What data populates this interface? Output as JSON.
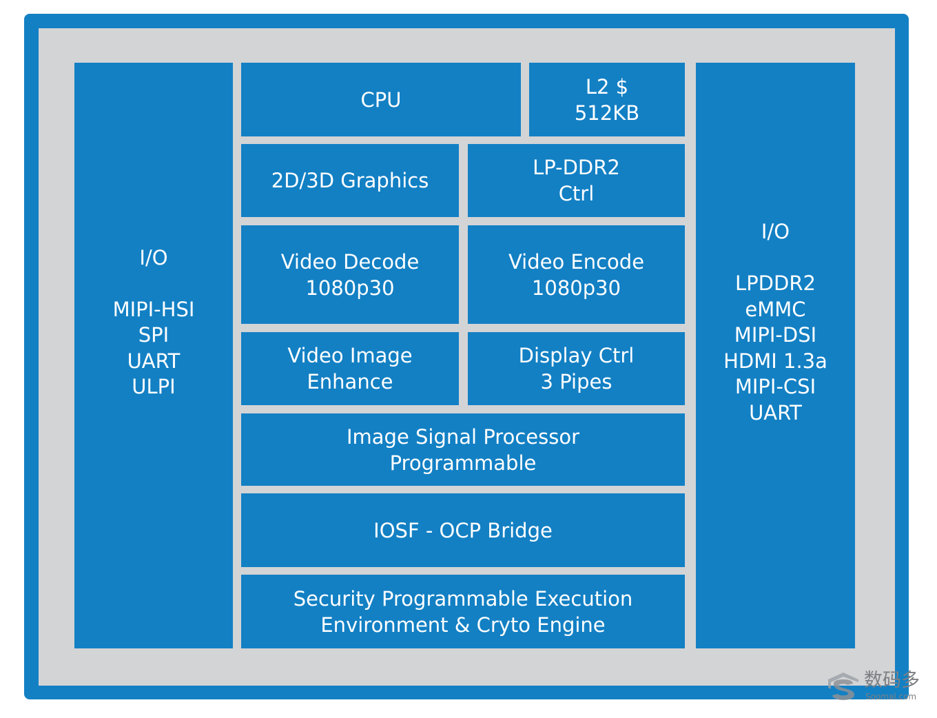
{
  "diagram": {
    "blocks": {
      "io_left": "I/O\n\nMIPI-HSI\nSPI\nUART\nULPI",
      "cpu": "CPU",
      "l2": "L2 $\n512KB",
      "graphics": "2D/3D Graphics",
      "lpddr2_ctrl": "LP-DDR2\nCtrl",
      "video_decode": "Video Decode\n1080p30",
      "video_encode": "Video Encode\n1080p30",
      "video_image_enhance": "Video Image\nEnhance",
      "display_ctrl": "Display Ctrl\n3 Pipes",
      "isp": "Image Signal Processor\nProgrammable",
      "iosf_bridge": "IOSF - OCP Bridge",
      "security": "Security Programmable Execution\nEnvironment & Cryto Engine",
      "io_right": "I/O\n\nLPDDR2\neMMC\nMIPI-DSI\nHDMI 1.3a\nMIPI-CSI\nUART"
    },
    "colors": {
      "block": "#1380c4",
      "background": "#d3d4d6",
      "text": "#ffffff"
    }
  },
  "watermark": {
    "chinese": "数码多",
    "english": "Soomal.com"
  }
}
